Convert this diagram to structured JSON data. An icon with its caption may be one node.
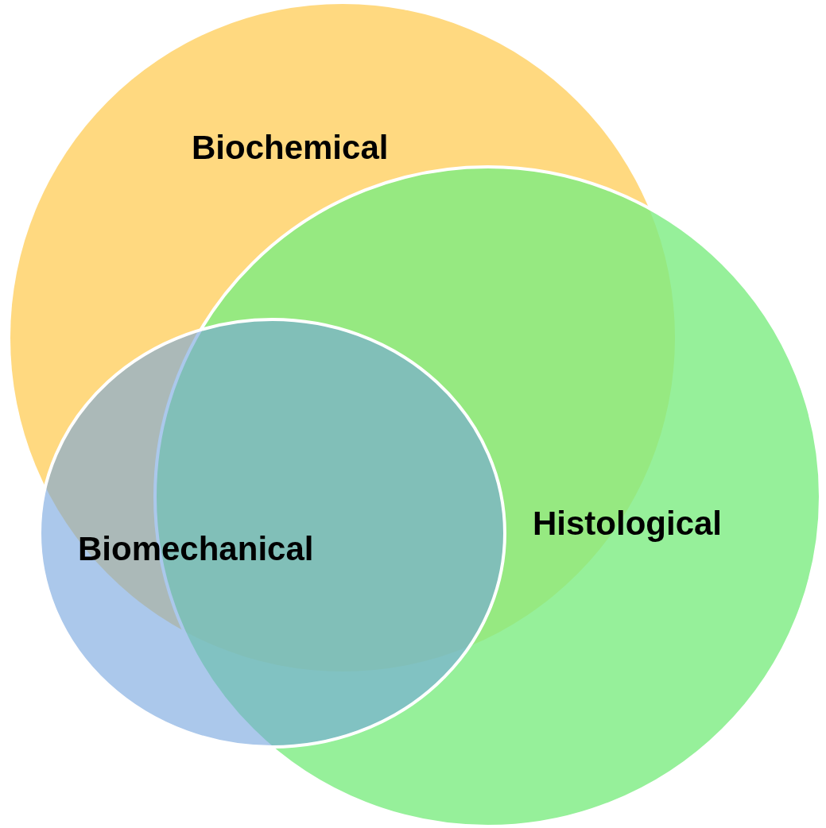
{
  "diagram": {
    "nodes": [
      {
        "text": [
          "Biochemical"
        ]
      },
      {
        "text": [
          "Histological"
        ]
      },
      {
        "text": [
          "Biomechanical"
        ]
      }
    ]
  }
}
